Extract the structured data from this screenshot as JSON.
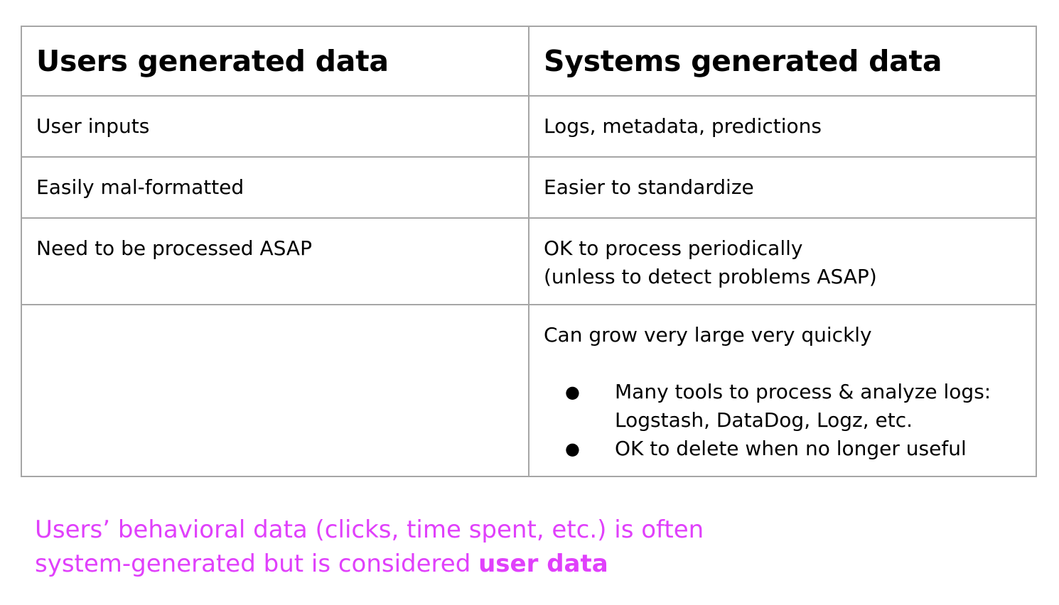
{
  "table": {
    "headers": [
      "Users generated data",
      "Systems generated data"
    ],
    "rows": [
      {
        "left": "User inputs",
        "right_lines": [
          "Logs, metadata, predictions"
        ]
      },
      {
        "left": "Easily mal-formatted",
        "right_lines": [
          "Easier to standardize"
        ]
      },
      {
        "left": "Need to be processed ASAP",
        "right_lines": [
          "OK to process periodically",
          "(unless to detect problems ASAP)"
        ]
      },
      {
        "left": "",
        "right_lines": [
          "Can grow very large very quickly"
        ],
        "bullets": [
          {
            "lines": [
              "Many tools to process & analyze logs:",
              "Logstash, DataDog, Logz, etc."
            ]
          },
          {
            "lines": [
              "OK to delete when no longer useful"
            ]
          }
        ]
      }
    ],
    "bullet_glyph": "●"
  },
  "note": {
    "line1": "Users’ behavioral data (clicks, time spent, etc.) is often",
    "line2_prefix": "system-generated but is considered ",
    "line2_bold": "user data",
    "color": "#e040fb"
  }
}
